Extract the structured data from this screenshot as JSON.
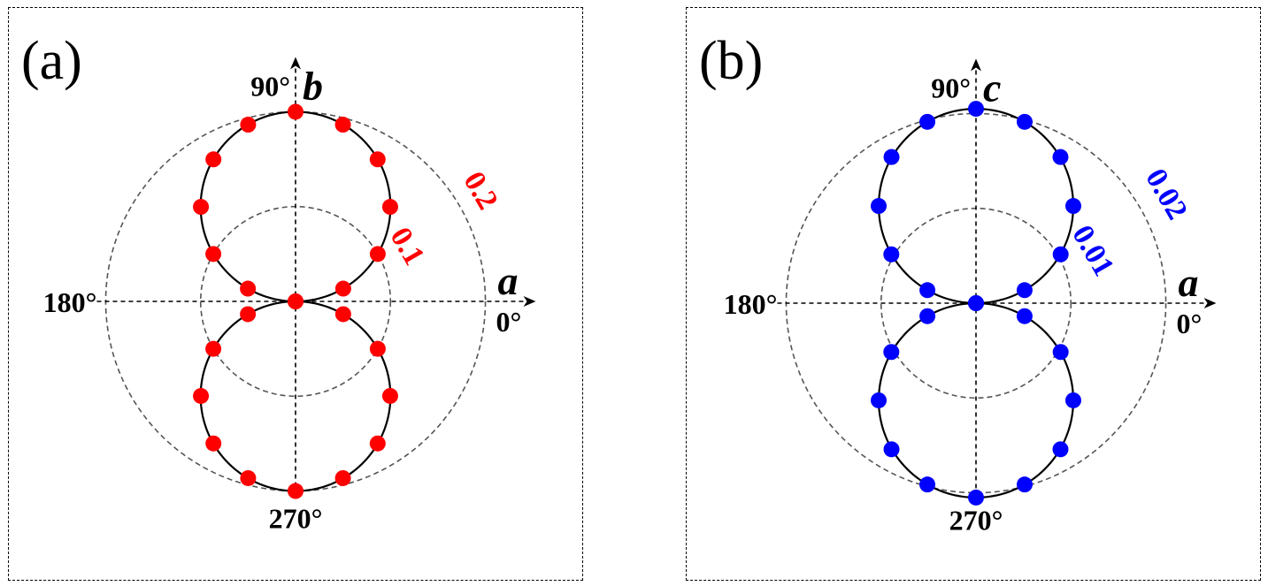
{
  "chart_data": [
    {
      "type": "scatter",
      "projection": "polar",
      "panel_label": "(a)",
      "color": "#ff0000",
      "angle_labels": [
        "0°",
        "90°",
        "180°",
        "270°"
      ],
      "axis_labels": {
        "horizontal": "a",
        "vertical": "b"
      },
      "ring_values": [
        0.1,
        0.2
      ],
      "ring_labels": [
        "0.1",
        "0.2"
      ],
      "rmax": 0.22,
      "fit_curve": "r = 0.2·|sin θ|",
      "series": [
        {
          "theta_deg": [
            0,
            15,
            30,
            45,
            60,
            75,
            90,
            105,
            120,
            135,
            150,
            165,
            180,
            195,
            210,
            225,
            240,
            255,
            270,
            285,
            300,
            315,
            330,
            345
          ],
          "r": [
            0.0,
            0.052,
            0.1,
            0.141,
            0.173,
            0.193,
            0.2,
            0.193,
            0.173,
            0.141,
            0.1,
            0.052,
            0.0,
            0.052,
            0.1,
            0.141,
            0.173,
            0.193,
            0.2,
            0.193,
            0.173,
            0.141,
            0.1,
            0.052
          ]
        }
      ]
    },
    {
      "type": "scatter",
      "projection": "polar",
      "panel_label": "(b)",
      "color": "#0000ff",
      "angle_labels": [
        "0°",
        "90°",
        "180°",
        "270°"
      ],
      "axis_labels": {
        "horizontal": "a",
        "vertical": "c"
      },
      "ring_values": [
        0.01,
        0.02
      ],
      "ring_labels": [
        "0.01",
        "0.02"
      ],
      "rmax": 0.022,
      "fit_curve": "r = 0.0205·|sin θ|",
      "series": [
        {
          "theta_deg": [
            0,
            15,
            30,
            45,
            60,
            75,
            90,
            105,
            120,
            135,
            150,
            165,
            180,
            195,
            210,
            225,
            240,
            255,
            270,
            285,
            300,
            315,
            330,
            345
          ],
          "r": [
            0.0,
            0.0053,
            0.0103,
            0.0145,
            0.0178,
            0.0198,
            0.0205,
            0.0198,
            0.0178,
            0.0145,
            0.0103,
            0.0053,
            0.0,
            0.0053,
            0.0103,
            0.0145,
            0.0178,
            0.0198,
            0.0205,
            0.0198,
            0.0178,
            0.0145,
            0.0103,
            0.0053
          ]
        }
      ]
    }
  ]
}
